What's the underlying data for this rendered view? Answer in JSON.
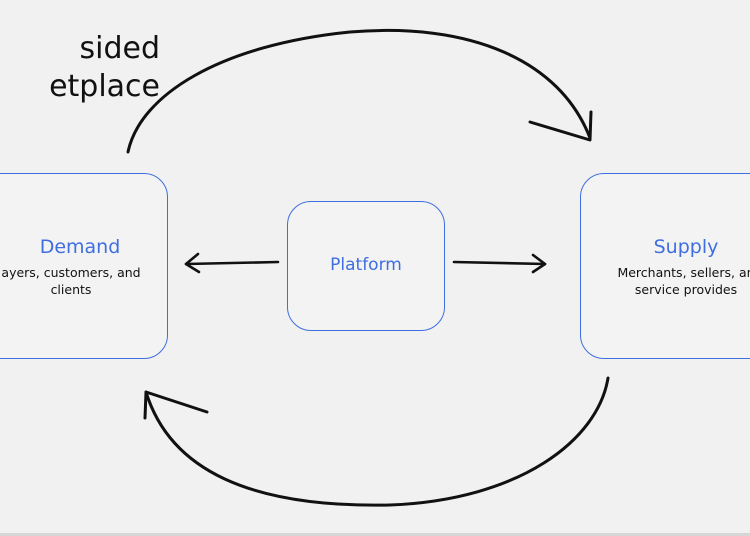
{
  "title": {
    "line1": "sided",
    "line2": "etplace"
  },
  "nodes": {
    "demand": {
      "title": "Demand",
      "description_line1": "ayers, customers, and",
      "description_line2": "clients"
    },
    "platform": {
      "title": "Platform"
    },
    "supply": {
      "title": "Supply",
      "description_line1": "Merchants, sellers, an",
      "description_line2": "service provides"
    }
  },
  "colors": {
    "accent": "#3f6ee0",
    "background": "#f1f1f1",
    "stroke": "#111111"
  }
}
